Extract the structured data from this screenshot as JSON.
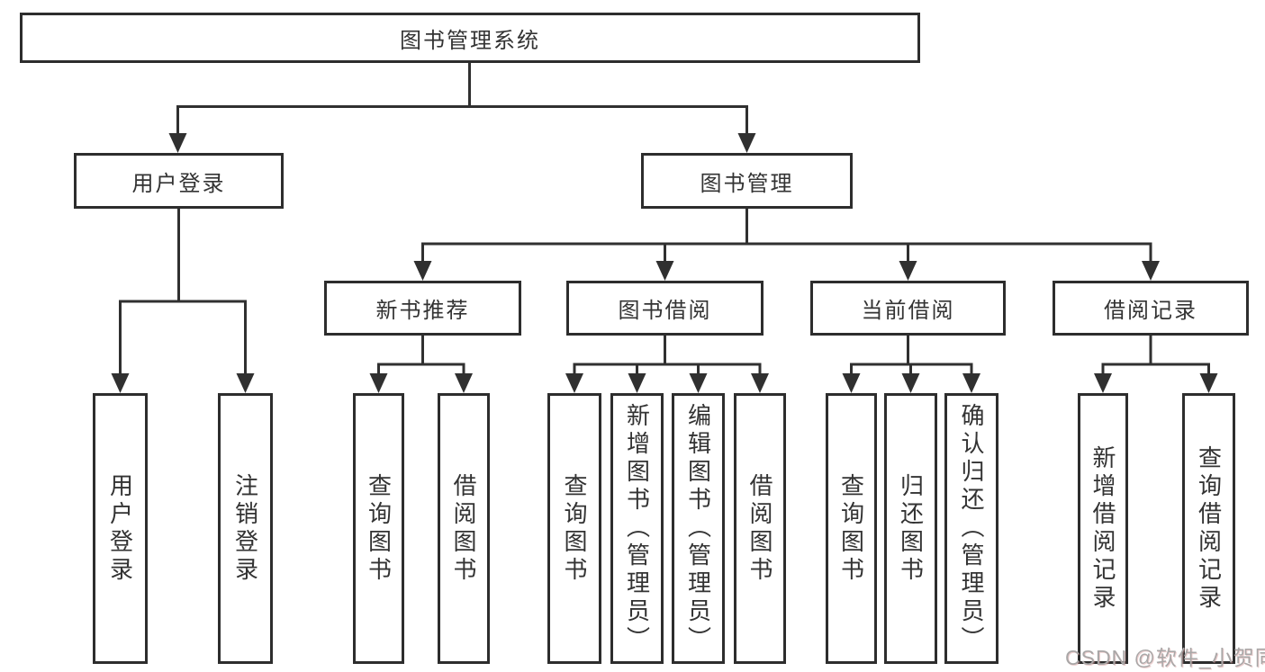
{
  "diagram": {
    "type": "hierarchy-tree",
    "colors": {
      "line": "#303030",
      "box_border": "#2d2d2d",
      "text": "#333333",
      "background": "#ffffff",
      "watermark": "#a9a7a7"
    }
  },
  "tree": {
    "root": {
      "label": "图书管理系统"
    },
    "branches": [
      {
        "label": "用户登录",
        "children": [
          {
            "label": "用户登录"
          },
          {
            "label": "注销登录"
          }
        ]
      },
      {
        "label": "图书管理",
        "children": [
          {
            "label": "新书推荐",
            "children": [
              {
                "label": "查询图书"
              },
              {
                "label": "借阅图书"
              }
            ]
          },
          {
            "label": "图书借阅",
            "children": [
              {
                "label": "查询图书"
              },
              {
                "label": "新增图书（管理员）"
              },
              {
                "label": "编辑图书（管理员）"
              },
              {
                "label": "借阅图书"
              }
            ]
          },
          {
            "label": "当前借阅",
            "children": [
              {
                "label": "查询图书"
              },
              {
                "label": "归还图书"
              },
              {
                "label": "确认归还（管理员）"
              }
            ]
          },
          {
            "label": "借阅记录",
            "children": [
              {
                "label": "新增借阅记录"
              },
              {
                "label": "查询借阅记录"
              }
            ]
          }
        ]
      }
    ]
  },
  "watermark": {
    "text": "CSDN @软件_小贺同学"
  }
}
